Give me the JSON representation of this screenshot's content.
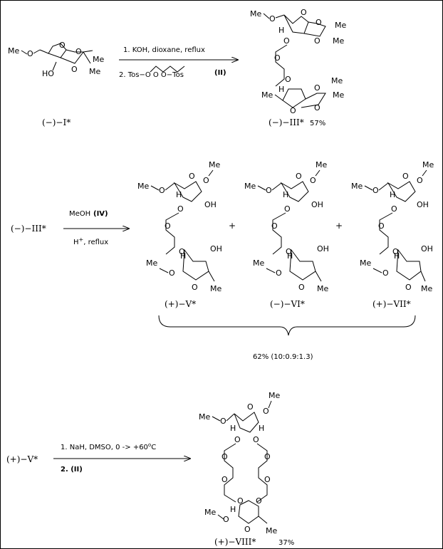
{
  "compounds": {
    "I": {
      "label": "(−)−I*"
    },
    "III": {
      "label": "(−)−III*",
      "yield": "57%"
    },
    "V": {
      "label": "(+)−V*"
    },
    "VI": {
      "label": "(−)−VI*"
    },
    "VII": {
      "label": "(+)−VII*"
    },
    "VIII": {
      "label": "(+)−VIII*",
      "yield": "37%"
    }
  },
  "reactions": {
    "r1": {
      "step1": "1. KOH,  dioxane,  reflux",
      "step2": "2. Tos−O     O     O−Tos",
      "reagent": "(II)"
    },
    "r2": {
      "reagent_name": "MeOH",
      "reagent_id": "(IV)",
      "acid": "H",
      "acid_sup": "+",
      "conditions": ",  reflux",
      "sum_yield": "62%  (10:0.9:1.3)",
      "plus": "+"
    },
    "r3": {
      "step1": "1. NaH,  DMSO,  0  ->  +60",
      "deg": "o",
      "unit": "C",
      "step2": "2. (II)"
    }
  },
  "atoms": {
    "Me": "Me",
    "O": "O",
    "HO": "HO",
    "OH": "OH",
    "H": "H"
  }
}
